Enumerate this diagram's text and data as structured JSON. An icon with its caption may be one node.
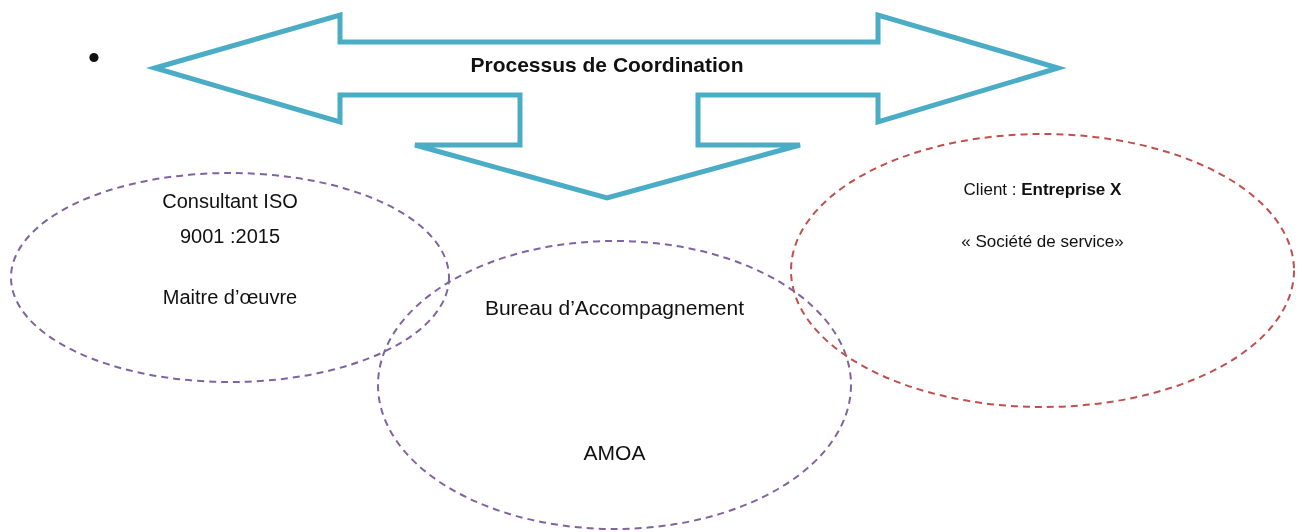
{
  "diagram": {
    "nodes": [
      {
        "text": [
          "Processus de Coordination"
        ]
      },
      {
        "text": [
          "Consultant ISO 9001 :2015",
          "Maitre d’œuvre"
        ]
      },
      {
        "text": [
          "Bureau d’Accompagnement",
          "AMOA"
        ]
      },
      {
        "text": [
          "Client : **Entreprise X**",
          "« Société de service»"
        ]
      }
    ],
    "labels": [
      "•"
    ]
  }
}
